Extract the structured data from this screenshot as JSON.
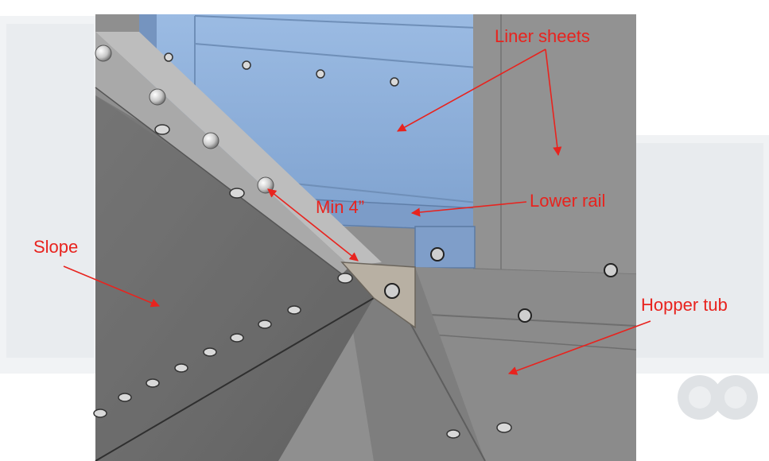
{
  "labels": {
    "liner_sheets": "Liner sheets",
    "lower_rail": "Lower rail",
    "min_4": "Min 4”",
    "slope": "Slope",
    "hopper_tub": "Hopper tub"
  },
  "colors": {
    "annotation": "#e8231e",
    "liner_blue": "#8fb0d9",
    "panel_gray": "#8f8f8f",
    "slope_dark": "#6b6b6b",
    "hopper_gray": "#8a8a8a",
    "gusset_tan": "#b9b1a4",
    "trailer_ghost": "#eef0f2"
  }
}
